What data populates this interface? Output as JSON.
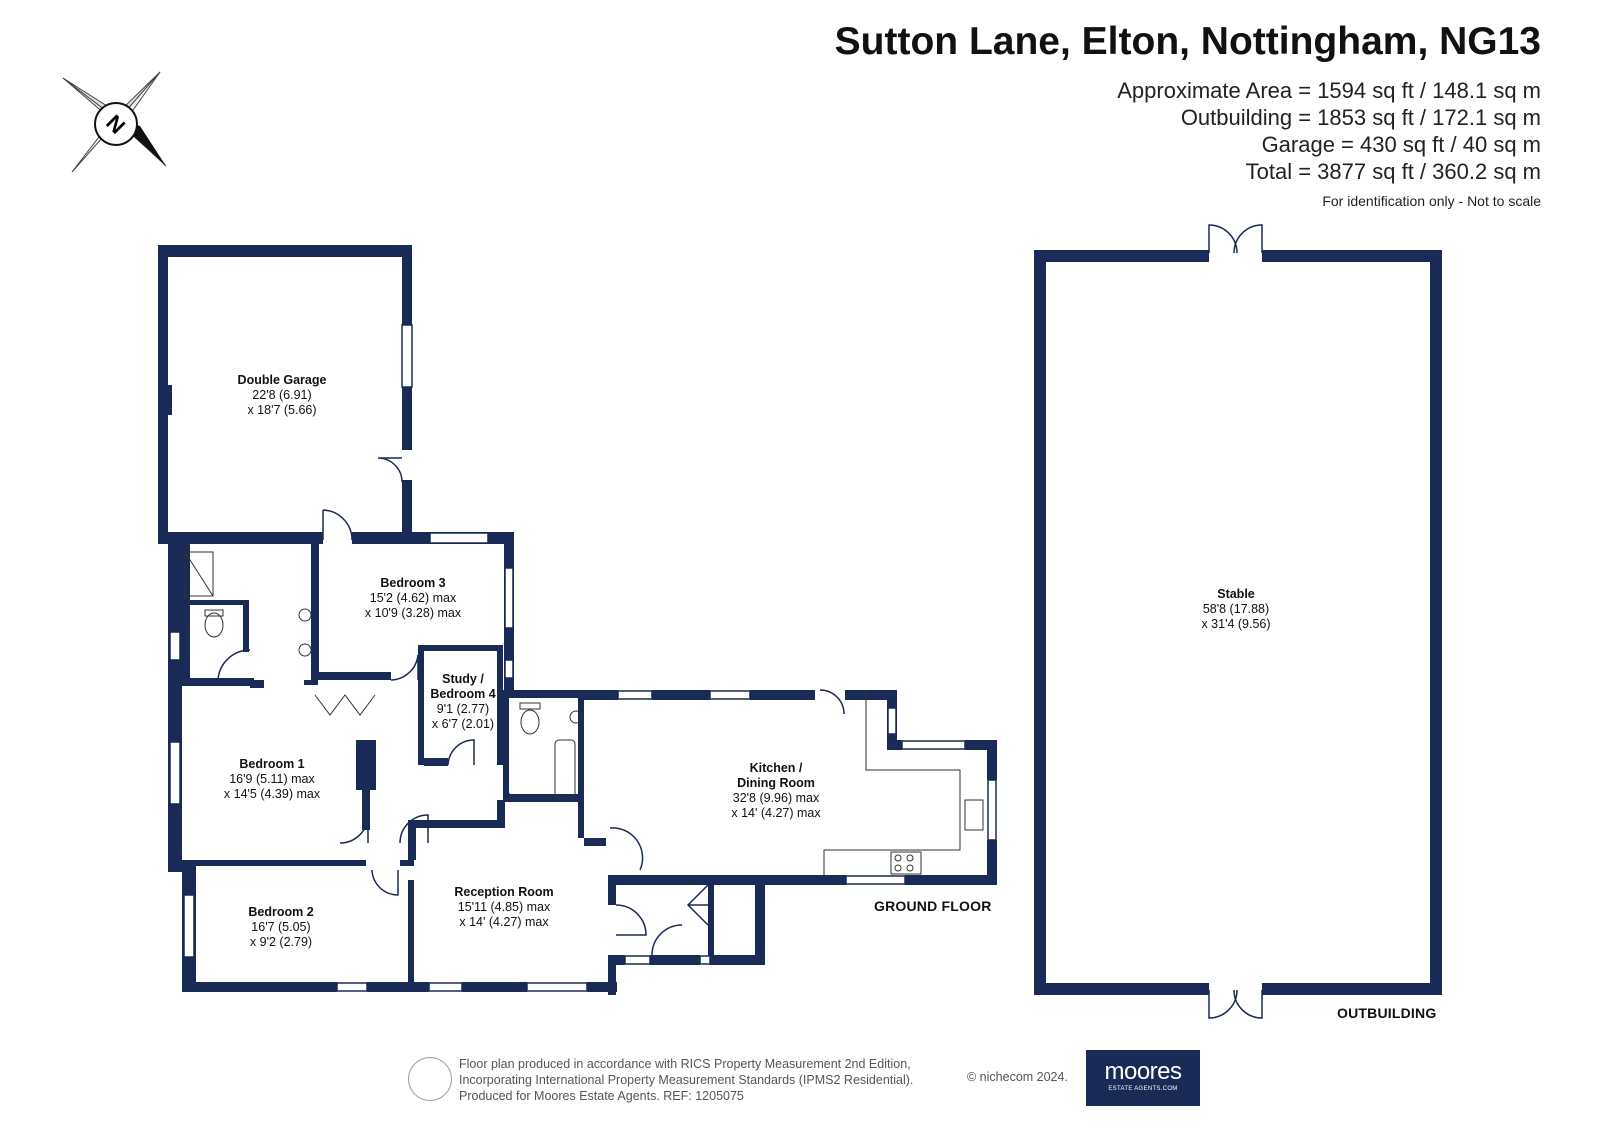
{
  "header": {
    "address": "Sutton Lane, Elton, Nottingham, NG13",
    "areas": [
      "Approximate Area = 1594 sq ft / 148.1 sq m",
      "Outbuilding = 1853 sq ft / 172.1 sq m",
      "Garage = 430 sq ft / 40 sq m",
      "Total = 3877 sq ft / 360.2 sq m"
    ],
    "note": "For identification only - Not to scale"
  },
  "compass": {
    "letter": "N",
    "icon": "compass-icon"
  },
  "rooms": {
    "garage": {
      "name": "Double Garage",
      "dim1": "22'8 (6.91)",
      "dim2": "x 18'7 (5.66)"
    },
    "bedroom3": {
      "name": "Bedroom 3",
      "dim1": "15'2 (4.62) max",
      "dim2": "x 10'9 (3.28) max"
    },
    "study": {
      "name1": "Study /",
      "name2": "Bedroom 4",
      "dim1": "9'1 (2.77)",
      "dim2": "x 6'7 (2.01)"
    },
    "bedroom1": {
      "name": "Bedroom 1",
      "dim1": "16'9 (5.11) max",
      "dim2": "x 14'5 (4.39) max"
    },
    "kitchen": {
      "name1": "Kitchen /",
      "name2": "Dining Room",
      "dim1": "32'8 (9.96) max",
      "dim2": "x 14' (4.27) max"
    },
    "bedroom2": {
      "name": "Bedroom 2",
      "dim1": "16'7 (5.05)",
      "dim2": "x 9'2 (2.79)"
    },
    "reception": {
      "name": "Reception Room",
      "dim1": "15'11 (4.85) max",
      "dim2": "x 14' (4.27) max"
    },
    "stable": {
      "name": "Stable",
      "dim1": "58'8 (17.88)",
      "dim2": "x 31'4 (9.56)"
    }
  },
  "labels": {
    "ground_floor": "GROUND FLOOR",
    "outbuilding": "OUTBUILDING"
  },
  "footer": {
    "lines": [
      "Floor plan produced in accordance with RICS Property Measurement 2nd Edition,",
      "Incorporating International Property Measurement Standards (IPMS2 Residential).",
      "Produced for Moores Estate Agents.    REF: 1205075"
    ],
    "copyright": "© nichecom 2024.",
    "logo_text": "moores",
    "logo_tagline": "ESTATE AGENTS.COM"
  },
  "colors": {
    "wall": "#1a2a57",
    "text": "#111111",
    "logo_bg": "#1a2a57"
  }
}
